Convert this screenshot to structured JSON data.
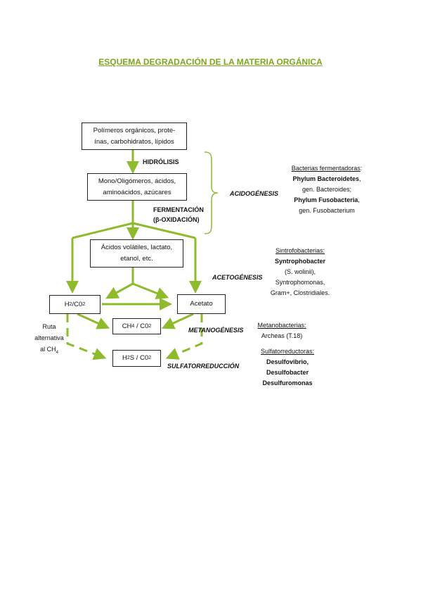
{
  "title": "ESQUEMA DEGRADACIÓN DE LA MATERIA ORGÁNICA",
  "boxes": {
    "polimeros_1": "Polímeros orgánicos, prote-",
    "polimeros_2": "ínas, carbohidratos, lípidos",
    "mono_1": "Mono/Oligómeros, ácidos,",
    "mono_2": "aminoácidos, azúcares",
    "acidos_1": "Ácidos volátiles, lactato,",
    "acidos_2": "etanol, etc.",
    "h2": "H",
    "h2_sub": "2",
    "h2_rest": "/C0",
    "h2_sub2": "2",
    "acetato": "Acetato",
    "ch4": "CH",
    "ch4_sub": "4",
    "ch4_rest": " / C0",
    "ch4_sub2": "2",
    "h2s": "H",
    "h2s_sub": "2",
    "h2s_rest": "S / C0",
    "h2s_sub2": "2"
  },
  "labels": {
    "hidrolisis": "HIDRÓLISIS",
    "fermentacion": "FERMENTACIÓN",
    "oxidacion": "(β-OXIDACIÓN)",
    "acidogenesis": "ACIDOGÉNESIS",
    "acetogenesis": "ACETOGÉNESIS",
    "metanogenesis": "METANOGÉNESIS",
    "sulfatorreduccion": "SULFATORREDUCCIÓN",
    "ruta_1": "Ruta",
    "ruta_2": "alternativa",
    "ruta_3": "al CH",
    "ruta_sub": "4"
  },
  "notes": {
    "fermentadoras_head": "Bacterias fermentadoras",
    "fermentadoras_colon": ":",
    "phylum_bact": "Phylum Bacteroidetes",
    "phylum_bact_tail": ",",
    "gen_bact": "gen. Bacteroides;",
    "phylum_fuso": "Phylum Fusobacteria",
    "phylum_fuso_tail": ",",
    "gen_fuso": "gen. Fusobacterium",
    "sintro_head": "Sintrofobacterias:",
    "syntrophobacter": "Syntrophobacter",
    "wolinii": "(S. wolinii),",
    "syntrophomonas": "Syntrophomonas,",
    "gram": "Gram+, Clostridiales.",
    "metano_head": "Metanobacterias:",
    "archeas": "Archeas (T.18)",
    "sulfato_head": "Sulfatorreductoras:",
    "desulfovibrio": "Desulfovibrio,",
    "desulfobacter": "Desulfobacter",
    "desulfuromonas": "Desulfuromonas"
  },
  "colors": {
    "arrow": "#8dbb2c",
    "bracket": "#8dbb2c",
    "title": "#7fa51c"
  }
}
